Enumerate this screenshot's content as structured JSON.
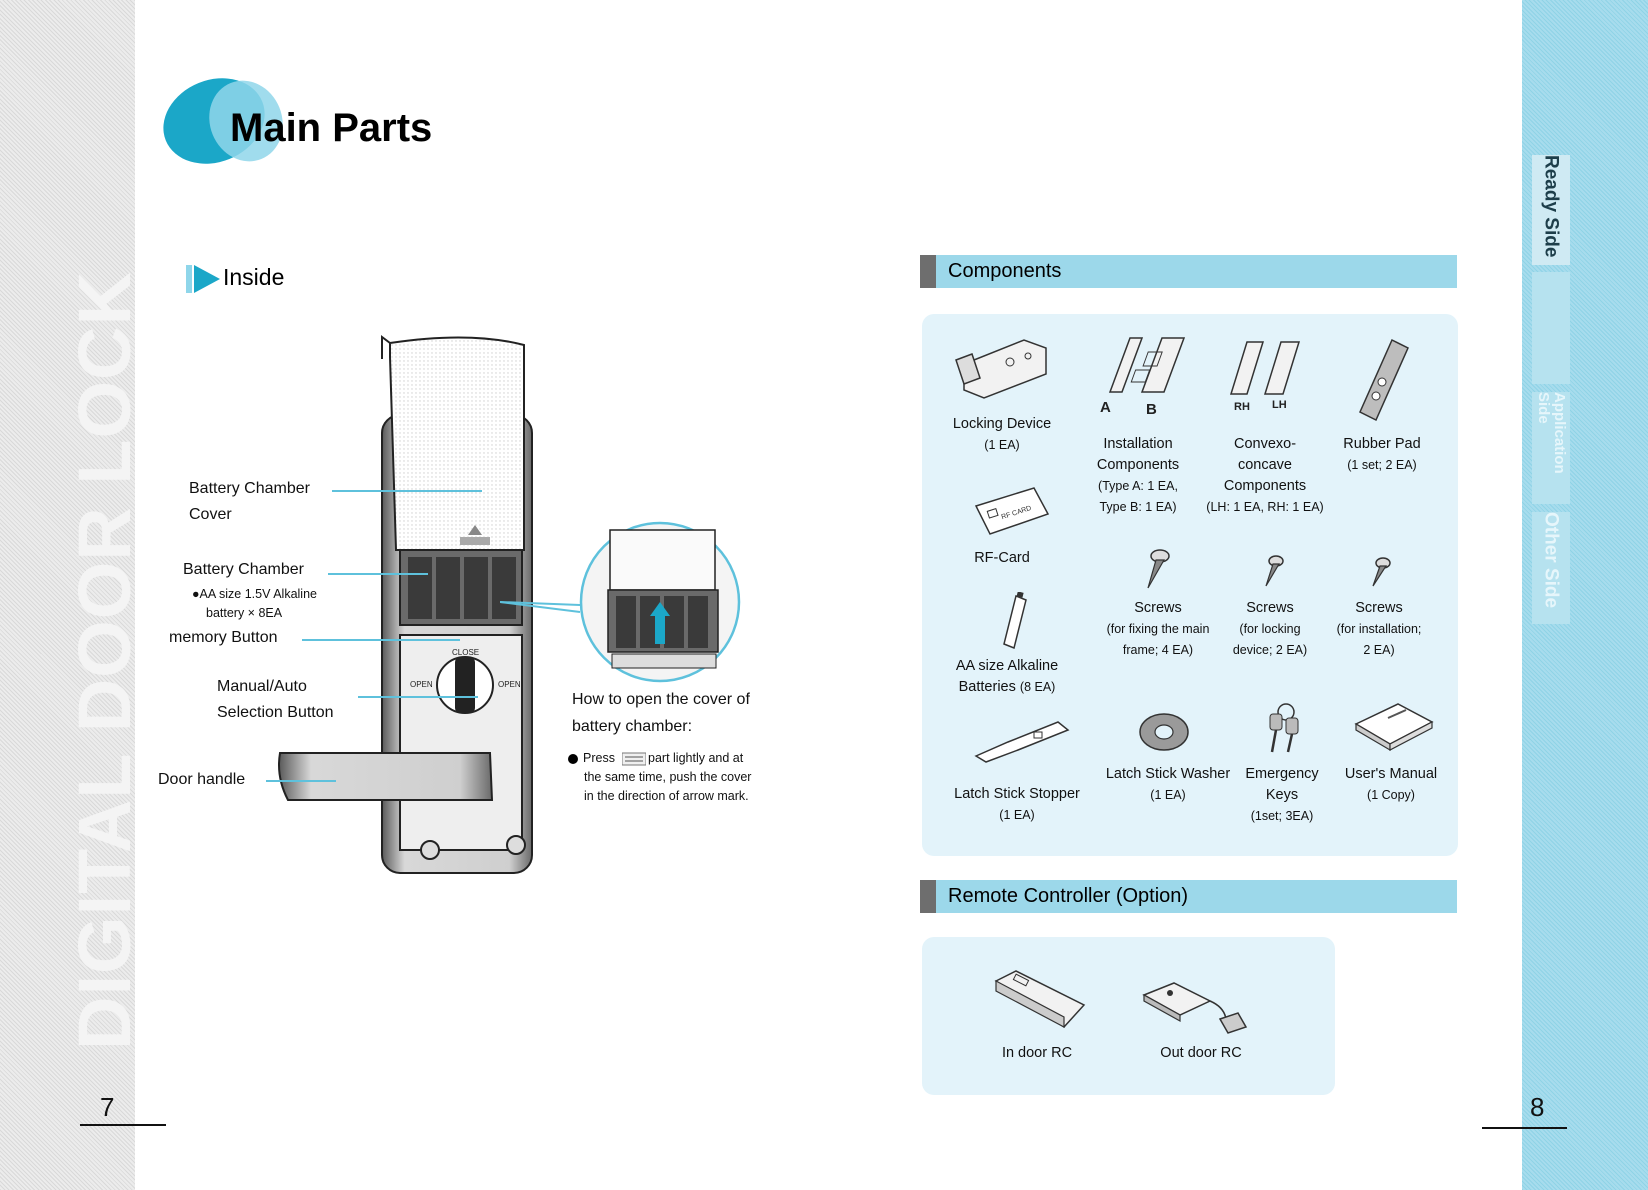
{
  "left_margin": {
    "vertical_title": "DIGITAL DOOR LOCK",
    "page_number": "7"
  },
  "right_margin": {
    "page_number": "8",
    "tabs": {
      "ready": "Ready Side",
      "application": "Application Side",
      "other": "Other Side"
    }
  },
  "heading": {
    "title": "Main Parts"
  },
  "inside": {
    "label": "Inside",
    "callouts": {
      "battery_cover_1": "Battery Chamber",
      "battery_cover_2": "Cover",
      "battery_chamber": "Battery Chamber",
      "battery_note_1": "●AA size 1.5V Alkaline",
      "battery_note_2": "battery × 8EA",
      "memory_button": "memory Button",
      "manual_auto_1": "Manual/Auto",
      "manual_auto_2": "Selection Button",
      "door_handle": "Door handle"
    },
    "device_labels": {
      "close": "CLOSE",
      "open_left": "OPEN",
      "open_right": "OPEN"
    },
    "cover_instructions": {
      "title_1": "How to open the cover of",
      "title_2": "battery chamber:",
      "bullet_1a": "Press",
      "bullet_1b": "part lightly and at",
      "bullet_2": "the same time, push the cover",
      "bullet_3": "in the direction of arrow mark."
    }
  },
  "components": {
    "title": "Components",
    "items": {
      "locking_device": {
        "name": "Locking Device",
        "qty": "(1 EA)"
      },
      "installation": {
        "name1": "Installation",
        "name2": "Components",
        "qty1": "(Type A: 1 EA,",
        "qty2": "Type B: 1 EA)",
        "tag_a": "A",
        "tag_b": "B"
      },
      "convexo": {
        "name1": "Convexo-",
        "name2": "concave",
        "name3": "Components",
        "qty": "(LH: 1 EA, RH: 1 EA)",
        "tag_rh": "RH",
        "tag_lh": "LH"
      },
      "rubber_pad": {
        "name": "Rubber Pad",
        "qty": "(1 set; 2 EA)"
      },
      "rf_card": {
        "name": "RF-Card",
        "card_text": "RF CARD"
      },
      "screws_main": {
        "name": "Screws",
        "qty1": "(for fixing the main",
        "qty2": "frame; 4 EA)"
      },
      "screws_locking": {
        "name": "Screws",
        "qty1": "(for locking",
        "qty2": "device; 2 EA)"
      },
      "screws_install": {
        "name": "Screws",
        "qty1": "(for installation;",
        "qty2": "2 EA)"
      },
      "batteries": {
        "name1": "AA size Alkaline",
        "name2": "Batteries",
        "qty": "(8 EA)"
      },
      "latch_stopper": {
        "name": "Latch Stick Stopper",
        "qty": "(1 EA)"
      },
      "latch_washer": {
        "name": "Latch Stick Washer",
        "qty": "(1 EA)"
      },
      "emergency_keys": {
        "name1": "Emergency",
        "name2": "Keys",
        "qty": "(1set; 3EA)"
      },
      "users_manual": {
        "name": "User's Manual",
        "qty": "(1 Copy)"
      }
    }
  },
  "remote": {
    "title": "Remote Controller (Option)",
    "items": {
      "indoor": "In door RC",
      "outdoor": "Out door RC"
    }
  },
  "colors": {
    "accent": "#1ba7c8",
    "section_bar": "#9cd8ea",
    "panel": "#e3f3fa",
    "right_band": "#9fd9ea"
  }
}
